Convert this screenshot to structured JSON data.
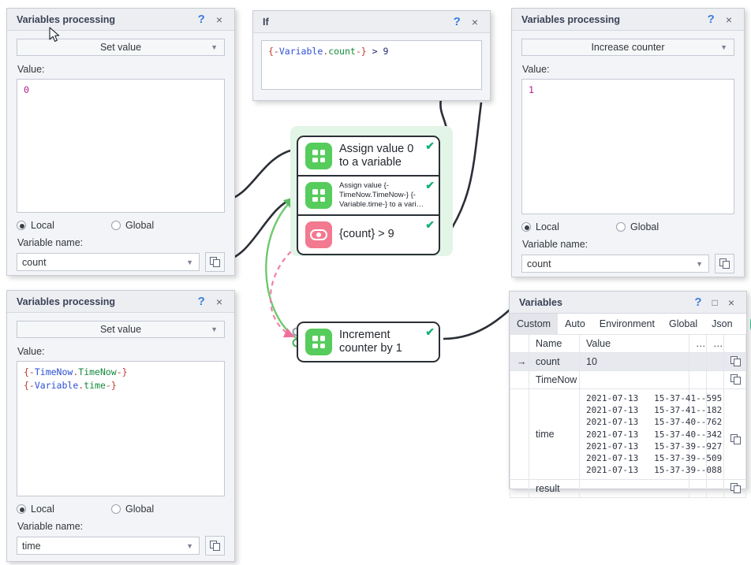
{
  "dialogs": {
    "set_count": {
      "title": "Variables processing",
      "action": "Set value",
      "value_label": "Value:",
      "value": "0",
      "scope_local": "Local",
      "scope_global": "Global",
      "name_label": "Variable name:",
      "name": "count",
      "help": "?",
      "close": "×"
    },
    "if_dialog": {
      "title": "If",
      "expr_open": "{-",
      "expr_ns": "Variable",
      "expr_dot": ".",
      "expr_name": "count",
      "expr_close": "-}",
      "expr_op": " > 9",
      "help": "?",
      "close": "×"
    },
    "increase_counter": {
      "title": "Variables processing",
      "action": "Increase counter",
      "value_label": "Value:",
      "value": "1",
      "scope_local": "Local",
      "scope_global": "Global",
      "name_label": "Variable name:",
      "name": "count",
      "help": "?",
      "close": "×"
    },
    "set_time": {
      "title": "Variables processing",
      "action": "Set value",
      "value_label": "Value:",
      "line1": {
        "open": "{-",
        "ns": "TimeNow",
        "dot": ".",
        "name": "TimeNow",
        "close": "-}"
      },
      "line2": {
        "open": "{-",
        "ns": "Variable",
        "dot": ".",
        "name": "time",
        "close": "-}"
      },
      "scope_local": "Local",
      "scope_global": "Global",
      "name_label": "Variable name:",
      "name": "time",
      "help": "?",
      "close": "×"
    }
  },
  "flow": {
    "nodes": [
      {
        "id": "assign0",
        "label": "Assign value 0 to a variable",
        "icon": "grid-icon",
        "color": "green",
        "status": "✔"
      },
      {
        "id": "assigntime",
        "label": "Assign value {-TimeNow.TimeNow-} {-Variable.time-} to a vari…",
        "icon": "grid-icon",
        "color": "green",
        "status": "✔"
      },
      {
        "id": "condition",
        "label": "{count} > 9",
        "icon": "toggle-icon",
        "color": "pink",
        "status": "✔"
      },
      {
        "id": "increment",
        "label": "Increment counter by 1",
        "icon": "grid-icon",
        "color": "green",
        "status": "✔"
      }
    ],
    "colors": {
      "node_green": "#56cc5c",
      "node_pink": "#f2798f",
      "group_bg": "#e3f5e6",
      "true_branch": "#6dc96f",
      "false_branch": "#f080a6",
      "leader": "#2b2f36",
      "check": "#16b07a"
    }
  },
  "variables_window": {
    "title": "Variables",
    "help": "?",
    "maximize": "□",
    "close": "×",
    "tabs": [
      {
        "label": "Custom",
        "selected": true
      },
      {
        "label": "Auto",
        "selected": false
      },
      {
        "label": "Environment",
        "selected": false
      },
      {
        "label": "Global",
        "selected": false
      },
      {
        "label": "Json",
        "selected": false
      }
    ],
    "add_label": "+",
    "columns": [
      "",
      "Name",
      "Value",
      "…",
      "…",
      ""
    ],
    "rows": [
      {
        "marker": "→",
        "name": "count",
        "value": "10",
        "selected": true,
        "copy": "copy-icon"
      },
      {
        "marker": "",
        "name": "TimeNow",
        "value": "",
        "selected": false,
        "copy": "copy-icon"
      },
      {
        "marker": "",
        "name": "time",
        "value": "2021-07-13   15-37-41--595\n2021-07-13   15-37-41--182\n2021-07-13   15-37-40--762\n2021-07-13   15-37-40--342\n2021-07-13   15-37-39--927\n2021-07-13   15-37-39--509\n2021-07-13   15-37-39--088",
        "selected": false,
        "copy": "copy-icon"
      },
      {
        "marker": "",
        "name": "result",
        "value": "",
        "selected": false,
        "copy": "copy-icon"
      }
    ]
  }
}
